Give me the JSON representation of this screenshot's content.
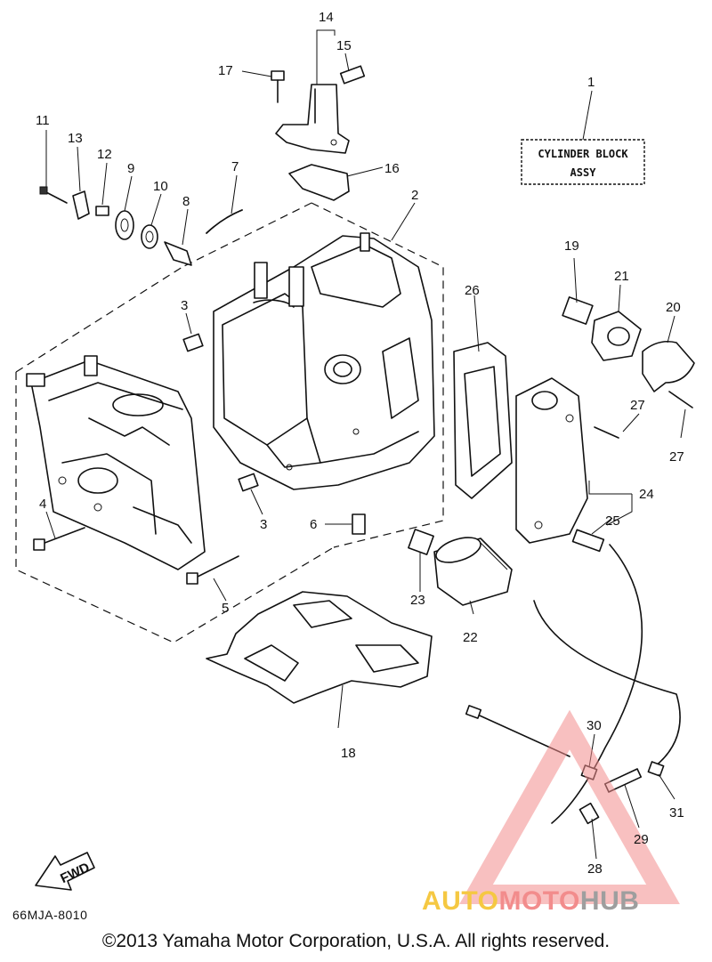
{
  "callouts": [
    "1",
    "2",
    "3",
    "3",
    "4",
    "5",
    "6",
    "7",
    "8",
    "9",
    "10",
    "11",
    "12",
    "13",
    "14",
    "15",
    "16",
    "17",
    "18",
    "19",
    "20",
    "21",
    "22",
    "23",
    "24",
    "25",
    "26",
    "27",
    "27",
    "28",
    "29",
    "30",
    "31"
  ],
  "label_box": {
    "line1": "CYLINDER BLOCK",
    "line2": "ASSY"
  },
  "fwd_label": "FWD",
  "diagram_code": "66MJA-8010",
  "copyright": "©2013 Yamaha Motor Corporation, U.S.A. All rights reserved.",
  "watermark": {
    "part1": "AUTO",
    "part2": "MOTO",
    "part3": "HUB"
  },
  "colors": {
    "line": "#111111",
    "watermark_yellow": "#f5c842",
    "watermark_red": "#f28c8c",
    "watermark_gray": "#9e9e9e"
  }
}
